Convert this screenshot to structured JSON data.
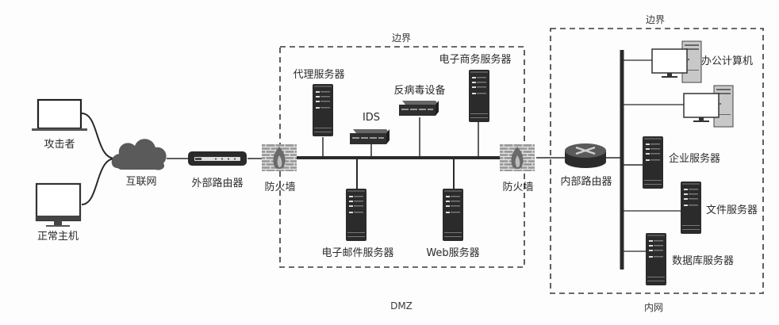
{
  "diagram": {
    "type": "network-topology",
    "colors": {
      "line": "#2a2a2a",
      "device_dark": "#2b2b2b",
      "cloud": "#5a5a5a",
      "firewall": "#8a8a8a",
      "boundary": "#3a3a3a",
      "screen": "#ffffff",
      "tower": "#c8c8c8"
    },
    "zones": {
      "dmz": {
        "boundary_label": "边界",
        "name": "DMZ"
      },
      "intranet": {
        "boundary_label": "边界",
        "name": "内网"
      }
    },
    "external": {
      "attacker": {
        "label": "攻击者",
        "icon": "laptop-icon"
      },
      "normal_host": {
        "label": "正常主机",
        "icon": "desktop-monitor-icon"
      },
      "internet": {
        "label": "互联网",
        "icon": "cloud-icon"
      },
      "external_router": {
        "label": "外部路由器",
        "icon": "router-icon"
      }
    },
    "dmz_nodes": {
      "firewall_outer": {
        "label": "防火墙",
        "icon": "firewall-icon"
      },
      "proxy_server": {
        "label": "代理服务器",
        "icon": "server-icon"
      },
      "ids": {
        "label": "IDS",
        "icon": "network-appliance-icon"
      },
      "antivirus": {
        "label": "反病毒设备",
        "icon": "network-appliance-icon"
      },
      "ecommerce_server": {
        "label": "电子商务服务器",
        "icon": "server-icon"
      },
      "mail_server": {
        "label": "电子邮件服务器",
        "icon": "server-icon"
      },
      "web_server": {
        "label": "Web服务器",
        "icon": "server-icon"
      },
      "firewall_inner": {
        "label": "防火墙",
        "icon": "firewall-icon"
      }
    },
    "intranet_nodes": {
      "internal_router": {
        "label": "内部路由器",
        "icon": "router-icon"
      },
      "office_pc": {
        "label": "办公计算机",
        "icon": "desktop-pc-icon"
      },
      "enterprise_server": {
        "label": "企业服务器",
        "icon": "server-icon"
      },
      "file_server": {
        "label": "文件服务器",
        "icon": "server-icon"
      },
      "db_server": {
        "label": "数据库服务器",
        "icon": "server-icon"
      }
    }
  }
}
